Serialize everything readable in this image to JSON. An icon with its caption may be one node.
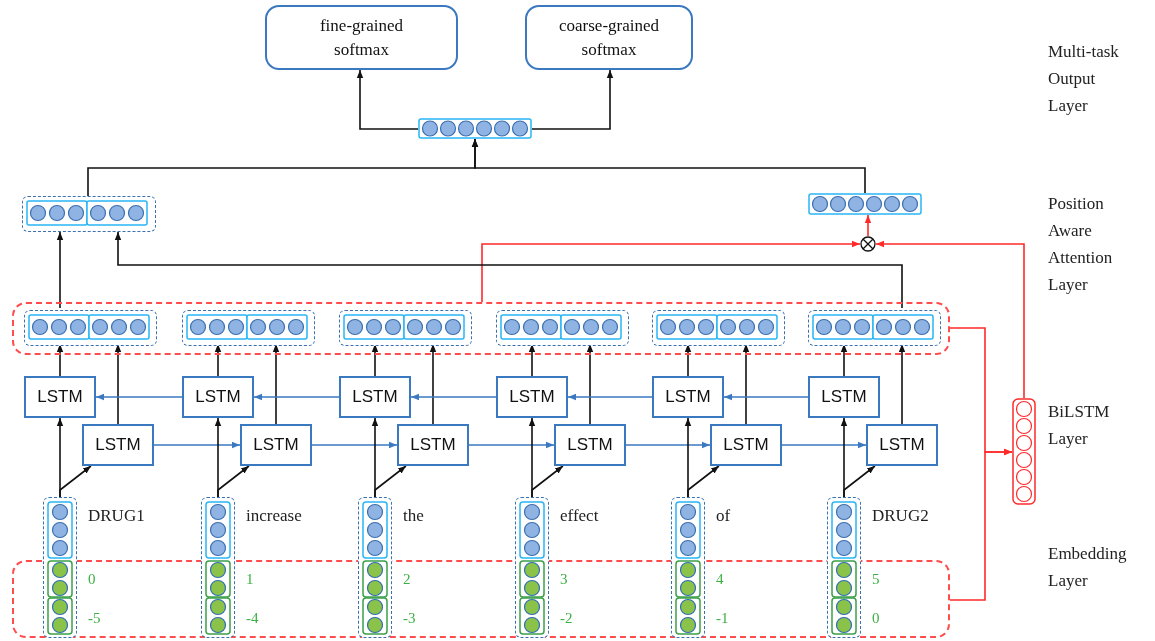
{
  "diagram": {
    "nodes": [
      {
        "text": [
          "fine-grained softmax"
        ]
      },
      {
        "text": [
          "coarse-grained softmax"
        ]
      },
      {
        "text": [],
        "shape": "bar"
      },
      {
        "text": [],
        "shape": "bar"
      },
      {
        "text": [],
        "shape": "bar"
      },
      {
        "text": [],
        "shape": "circle"
      },
      {
        "text": [],
        "shape": "box"
      },
      {
        "text": [],
        "shape": "bar",
        "in": 6
      },
      {
        "text": [],
        "shape": "bar",
        "in": 6
      },
      {
        "text": [],
        "shape": "bar",
        "in": 6
      },
      {
        "text": [],
        "shape": "bar",
        "in": 6
      },
      {
        "text": [],
        "shape": "bar",
        "in": 6
      },
      {
        "text": [],
        "shape": "bar",
        "in": 6
      },
      {
        "text": [
          "LSTM"
        ]
      },
      {
        "text": [
          "LSTM"
        ]
      },
      {
        "text": [
          "LSTM"
        ]
      },
      {
        "text": [
          "LSTM"
        ]
      },
      {
        "text": [
          "LSTM"
        ]
      },
      {
        "text": [
          "LSTM"
        ]
      },
      {
        "text": [
          "LSTM"
        ]
      },
      {
        "text": [
          "LSTM"
        ]
      },
      {
        "text": [
          "LSTM"
        ]
      },
      {
        "text": [
          "LSTM"
        ]
      },
      {
        "text": [
          "LSTM"
        ]
      },
      {
        "text": [
          "LSTM"
        ]
      },
      {
        "text": [],
        "shape": "bar"
      },
      {
        "text": [],
        "shape": "box"
      },
      {
        "text": [],
        "shape": "bar",
        "beside": [
          "DRUG1"
        ]
      },
      {
        "text": [],
        "shape": "bar",
        "beside": [
          "increase"
        ]
      },
      {
        "text": [],
        "shape": "bar",
        "beside": [
          "the"
        ]
      },
      {
        "text": [],
        "shape": "bar",
        "beside": [
          "effect"
        ]
      },
      {
        "text": [],
        "shape": "bar",
        "beside": [
          "of"
        ]
      },
      {
        "text": [],
        "shape": "bar",
        "beside": [
          "DRUG2"
        ]
      }
    ],
    "edges": [
      {
        "from": 2,
        "to": 0,
        "arrow": "to"
      },
      {
        "from": 2,
        "to": 1,
        "arrow": "to"
      },
      {
        "from": 3,
        "to": 2,
        "arrow": "to"
      },
      {
        "from": 4,
        "to": 2,
        "arrow": "to"
      },
      {
        "from": 5,
        "to": 4,
        "arrow": "to",
        "color": "#ff2a2a"
      },
      {
        "from": 25,
        "to": 5,
        "arrow": "to",
        "color": "#ff2a2a"
      },
      {
        "from": 6,
        "to": 5,
        "arrow": "to",
        "color": "#ff2a2a"
      },
      {
        "from": 6,
        "to": 25,
        "arrow": "to",
        "color": "#ff2a2a"
      },
      {
        "from": 26,
        "to": 25,
        "arrow": "to",
        "color": "#ff2a2a"
      },
      {
        "from": 7,
        "to": 3,
        "arrow": "to"
      },
      {
        "from": 12,
        "to": 3,
        "arrow": "to"
      },
      {
        "from": 13,
        "to": 7,
        "arrow": "to"
      },
      {
        "from": 14,
        "to": 8,
        "arrow": "to"
      },
      {
        "from": 15,
        "to": 9,
        "arrow": "to"
      },
      {
        "from": 16,
        "to": 10,
        "arrow": "to"
      },
      {
        "from": 17,
        "to": 11,
        "arrow": "to"
      },
      {
        "from": 18,
        "to": 12,
        "arrow": "to"
      },
      {
        "from": 19,
        "to": 7,
        "arrow": "to"
      },
      {
        "from": 20,
        "to": 8,
        "arrow": "to"
      },
      {
        "from": 21,
        "to": 9,
        "arrow": "to"
      },
      {
        "from": 22,
        "to": 10,
        "arrow": "to"
      },
      {
        "from": 23,
        "to": 11,
        "arrow": "to"
      },
      {
        "from": 24,
        "to": 12,
        "arrow": "to"
      },
      {
        "from": 14,
        "to": 13,
        "arrow": "to",
        "color": "#3a78c0"
      },
      {
        "from": 15,
        "to": 14,
        "arrow": "to",
        "color": "#3a78c0"
      },
      {
        "from": 16,
        "to": 15,
        "arrow": "to",
        "color": "#3a78c0"
      },
      {
        "from": 17,
        "to": 16,
        "arrow": "to",
        "color": "#3a78c0"
      },
      {
        "from": 18,
        "to": 17,
        "arrow": "to",
        "color": "#3a78c0"
      },
      {
        "from": 19,
        "to": 20,
        "arrow": "to",
        "color": "#3a78c0"
      },
      {
        "from": 20,
        "to": 21,
        "arrow": "to",
        "color": "#3a78c0"
      },
      {
        "from": 21,
        "to": 22,
        "arrow": "to",
        "color": "#3a78c0"
      },
      {
        "from": 22,
        "to": 23,
        "arrow": "to",
        "color": "#3a78c0"
      },
      {
        "from": 23,
        "to": 24,
        "arrow": "to",
        "color": "#3a78c0"
      },
      {
        "from": 27,
        "to": 13,
        "arrow": "to"
      },
      {
        "from": 28,
        "to": 14,
        "arrow": "to"
      },
      {
        "from": 29,
        "to": 15,
        "arrow": "to"
      },
      {
        "from": 30,
        "to": 16,
        "arrow": "to"
      },
      {
        "from": 31,
        "to": 17,
        "arrow": "to"
      },
      {
        "from": 32,
        "to": 18,
        "arrow": "to"
      },
      {
        "from": 27,
        "to": 19,
        "arrow": "to"
      },
      {
        "from": 28,
        "to": 20,
        "arrow": "to"
      },
      {
        "from": 29,
        "to": 21,
        "arrow": "to"
      },
      {
        "from": 30,
        "to": 22,
        "arrow": "to"
      },
      {
        "from": 31,
        "to": 23,
        "arrow": "to"
      },
      {
        "from": 32,
        "to": 24,
        "arrow": "to"
      }
    ],
    "labels": [
      "Multi-task Output Layer",
      "Position Aware Attention Layer",
      "BiLSTM Layer",
      "Embedding Layer",
      "0",
      "1",
      "2",
      "3",
      "4",
      "5",
      "-5",
      "-4",
      "-3",
      "-2",
      "-1",
      "0"
    ]
  }
}
